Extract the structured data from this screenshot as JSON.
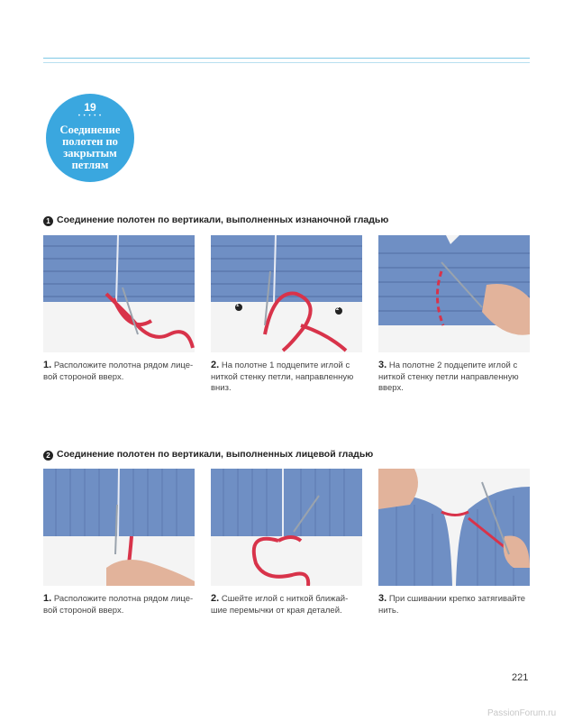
{
  "badge": {
    "number": "19",
    "stars": "• • • • •",
    "title": "Соединение полотен по закрытым петлям"
  },
  "section1": {
    "marker": "1",
    "heading": "Соединение полотен по вертикали, выполненных изнаночной гладью",
    "steps": [
      {
        "num": "1.",
        "text": "Расположите полотна рядом лице-вой стороной вверх."
      },
      {
        "num": "2.",
        "text": "На полотне 1 подцепите иглой с ниткой стенку петли, направленную вниз."
      },
      {
        "num": "3.",
        "text": "На полотне 2 подцепите иглой с ниткой стенку петли направленную вверх."
      }
    ],
    "photo_markers": [
      "1",
      "2"
    ]
  },
  "section2": {
    "marker": "2",
    "heading": "Соединение полотен по вертикали, выполненных лицевой гладью",
    "steps": [
      {
        "num": "1.",
        "text": "Расположите полотна рядом лице-вой стороной вверх."
      },
      {
        "num": "2.",
        "text": "Сшейте иглой с ниткой ближай-шие перемычки от края деталей."
      },
      {
        "num": "3.",
        "text": "При сшивании крепко затягивайте нить."
      }
    ]
  },
  "page_number": "221",
  "watermark": "PassionForum.ru",
  "colors": {
    "accent": "#3aa7df",
    "knit_blue": "#6f8fc4",
    "yarn_red": "#d8334a"
  }
}
